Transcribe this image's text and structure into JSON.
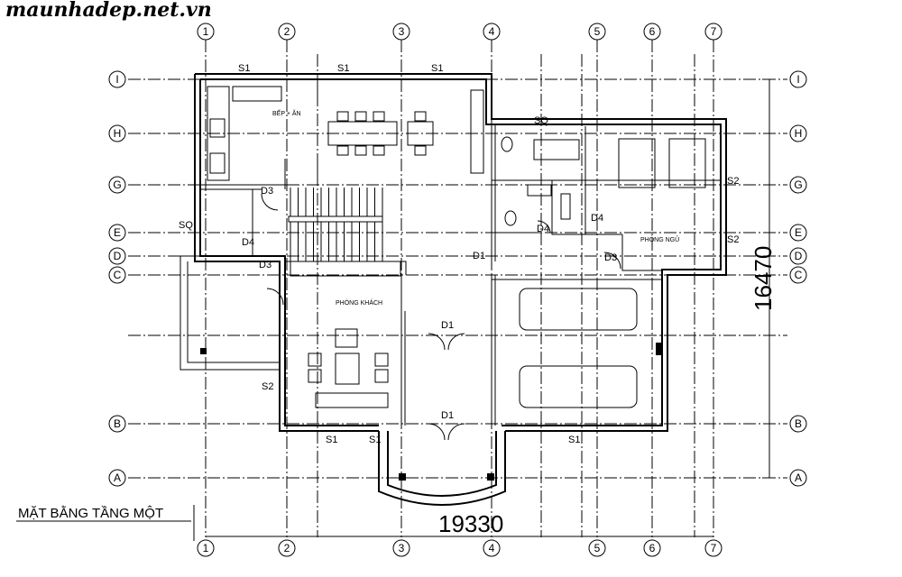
{
  "watermark": "maunhadep.net.vn",
  "title": "MẶT BẰNG TẦNG MỘT",
  "dimensions": {
    "width": "19330",
    "depth": "16470"
  },
  "axes_vertical": [
    "1",
    "2",
    "3",
    "4",
    "5",
    "6",
    "7"
  ],
  "axes_horizontal": [
    "I",
    "H",
    "G",
    "E",
    "D",
    "C",
    "B",
    "A"
  ],
  "rooms": [
    "BẾP + ĂN",
    "PHÒNG KHÁCH",
    "PHÒNG NGỦ"
  ],
  "labels": [
    "S1",
    "S1",
    "S1",
    "S1",
    "S1",
    "S1",
    "SQ",
    "SQ",
    "D3",
    "D3",
    "D3",
    "D4",
    "D4",
    "D4",
    "D1",
    "D1",
    "D1",
    "S2",
    "S2",
    "S2"
  ]
}
